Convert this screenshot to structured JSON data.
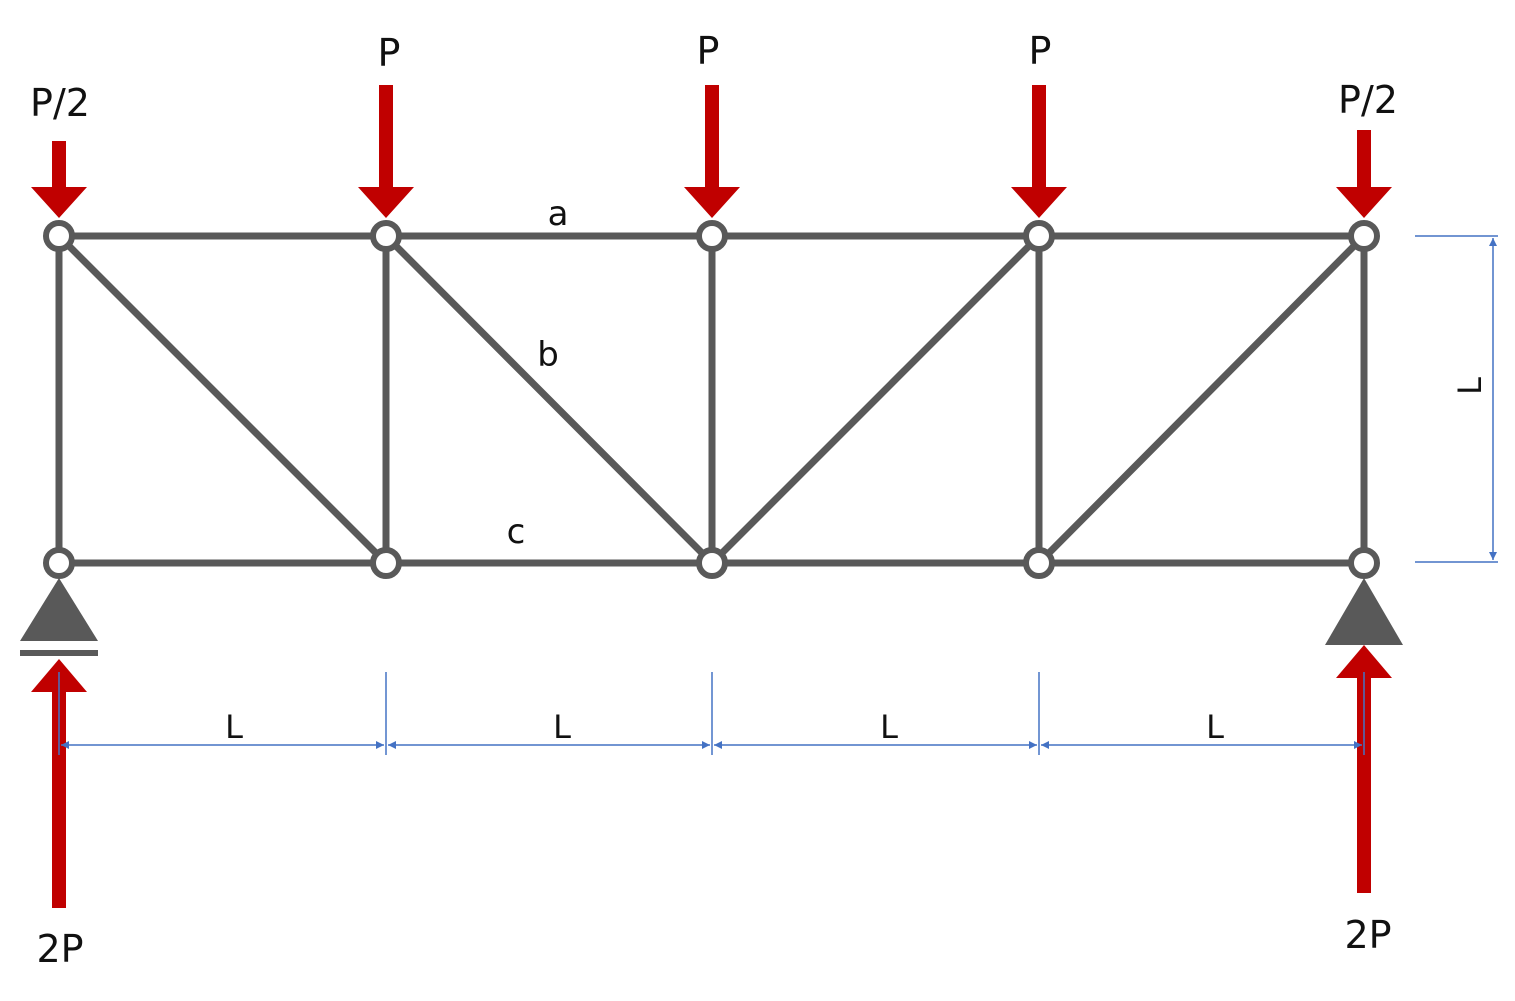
{
  "colors": {
    "member": "#595959",
    "node_fill": "#ffffff",
    "load_arrow": "#c00000",
    "support": "#595959",
    "dimension": "#4472c4",
    "text": "#111111"
  },
  "loads": {
    "left_end": "P/2",
    "panel_1": "P",
    "panel_2": "P",
    "panel_3": "P",
    "right_end": "P/2"
  },
  "reactions": {
    "left": "2P",
    "right": "2P"
  },
  "members": {
    "a": "a",
    "b": "b",
    "c": "c"
  },
  "dimensions": {
    "span_1": "L",
    "span_2": "L",
    "span_3": "L",
    "span_4": "L",
    "height": "L"
  },
  "supports": {
    "left": "roller-support-icon",
    "right": "pin-support-icon"
  }
}
